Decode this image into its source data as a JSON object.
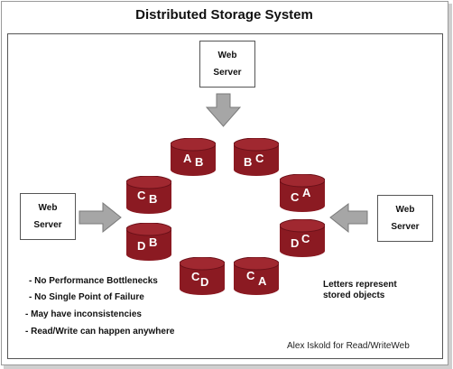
{
  "title": "Distributed Storage System",
  "servers": {
    "top": {
      "line1": "Web",
      "line2": "Server"
    },
    "left": {
      "line1": "Web",
      "line2": "Server"
    },
    "right": {
      "line1": "Web",
      "line2": "Server"
    }
  },
  "storage_nodes": [
    {
      "letter1": "A",
      "letter2": "B"
    },
    {
      "letter1": "B",
      "letter2": "C"
    },
    {
      "letter1": "C",
      "letter2": "B"
    },
    {
      "letter1": "C",
      "letter2": "A"
    },
    {
      "letter1": "D",
      "letter2": "B"
    },
    {
      "letter1": "D",
      "letter2": "C"
    },
    {
      "letter1": "C",
      "letter2": "D"
    },
    {
      "letter1": "C",
      "letter2": "A"
    }
  ],
  "properties": [
    "- No Performance Bottlenecks",
    "- No Single Point of Failure",
    "- May have inconsistencies",
    "- Read/Write can happen anywhere"
  ],
  "legend": {
    "line1": "Letters represent",
    "line2": "stored objects"
  },
  "credit": "Alex Iskold for Read/WriteWeb",
  "colors": {
    "cylinder": "#8b1a22",
    "cylinder_top": "#a02830",
    "arrow": "#a6a6a6"
  }
}
